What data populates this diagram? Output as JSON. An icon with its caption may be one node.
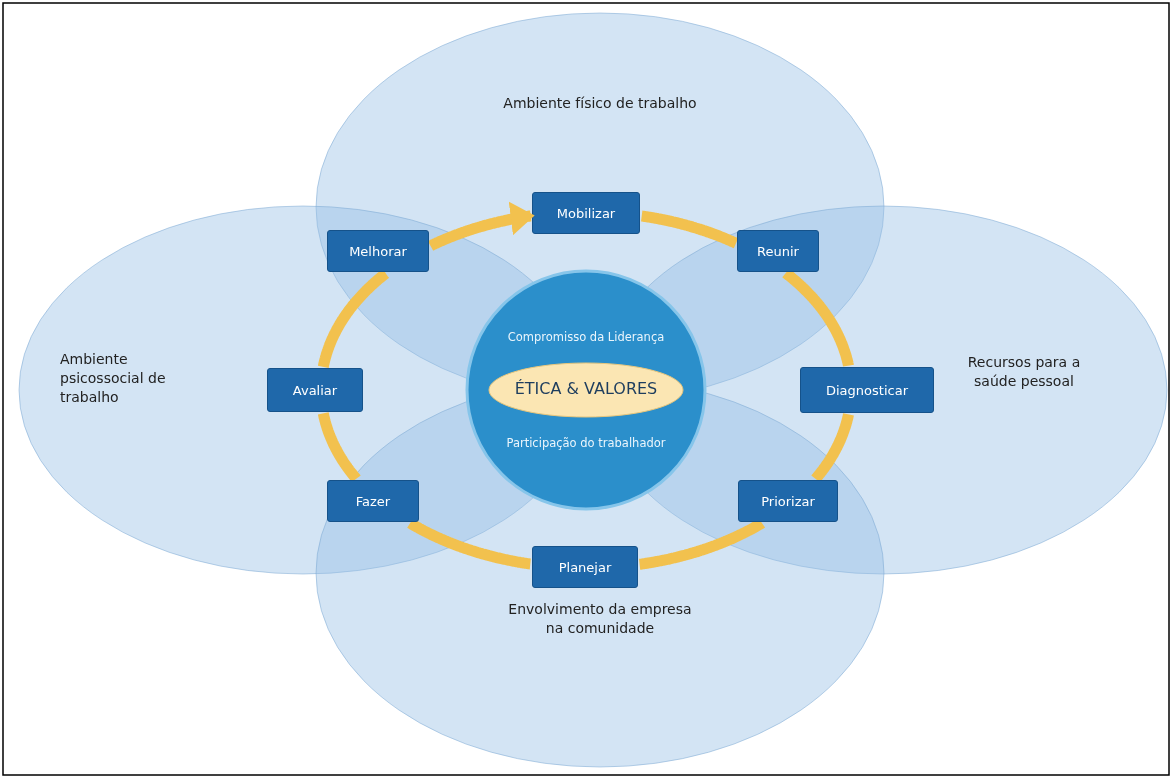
{
  "diagram": {
    "nodes": [
      {
        "text": [
          "Ambiente físico de trabalho"
        ]
      },
      {
        "text": [
          "Ambiente psicossocial de trabalho"
        ]
      },
      {
        "text": [
          "Recursos para a saúde pessoal"
        ]
      },
      {
        "text": [
          "Envolvimento da empresa na comunidade"
        ]
      },
      {
        "text": [
          "Compromisso da Liderança",
          "Participação do trabalhador"
        ]
      },
      {
        "text": [
          "ÉTICA & VALORES"
        ],
        "in": 4
      },
      {
        "text": [
          "Mobilizar"
        ],
        "in": 0
      },
      {
        "text": [
          "Reunir"
        ]
      },
      {
        "text": [
          "Diagnosticar"
        ],
        "in": 2
      },
      {
        "text": [
          "Priorizar"
        ]
      },
      {
        "text": [
          "Planejar"
        ],
        "in": 3
      },
      {
        "text": [
          "Fazer"
        ]
      },
      {
        "text": [
          "Avaliar"
        ],
        "in": 1
      },
      {
        "text": [
          "Melhorar"
        ]
      }
    ],
    "edges": [
      {
        "from": 6,
        "to": 7,
        "arrow": "none"
      },
      {
        "from": 7,
        "to": 8,
        "arrow": "none"
      },
      {
        "from": 8,
        "to": 9,
        "arrow": "none"
      },
      {
        "from": 9,
        "to": 10,
        "arrow": "none"
      },
      {
        "from": 10,
        "to": 11,
        "arrow": "none"
      },
      {
        "from": 11,
        "to": 12,
        "arrow": "none"
      },
      {
        "from": 12,
        "to": 13,
        "arrow": "none"
      },
      {
        "from": 13,
        "to": 6,
        "arrow": "to"
      }
    ]
  }
}
